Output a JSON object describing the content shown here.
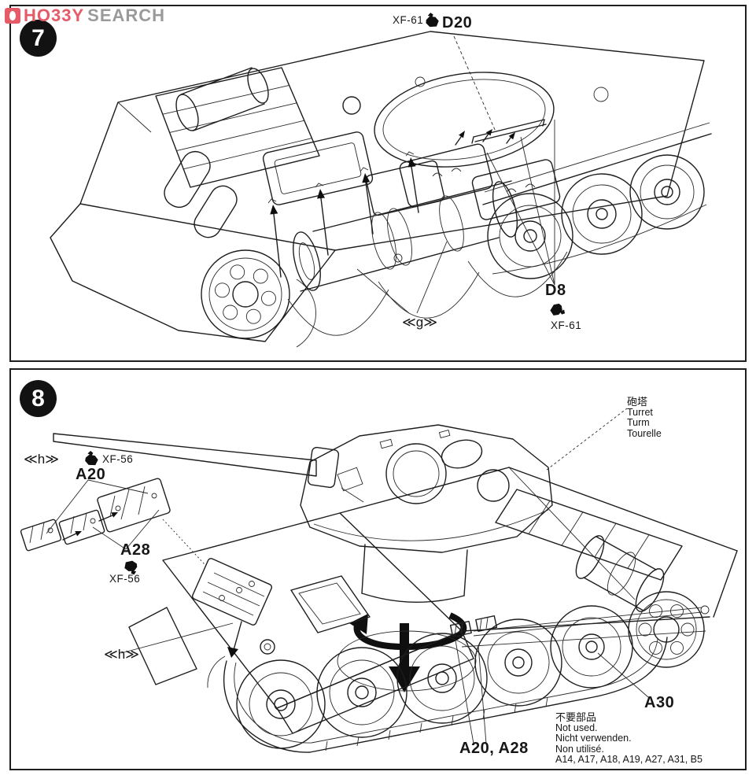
{
  "watermark": {
    "brand": "HO33Y",
    "suffix": "SEARCH",
    "brand_color": "#e65b68",
    "suffix_color": "#9a9a9a"
  },
  "step7": {
    "number": "7",
    "paint_top": "XF-61",
    "part_top": "D20",
    "part_handles": "D8",
    "paint_handles": "XF-61",
    "group_label": "≪g≫"
  },
  "step8": {
    "number": "8",
    "group_label_top": "≪h≫",
    "paint_a20": "XF-56",
    "part_a20": "A20",
    "part_a28": "A28",
    "paint_a28": "XF-56",
    "group_label_glacis": "≪h≫",
    "turret_label": {
      "ja": "砲塔",
      "en": "Turret",
      "de": "Turm",
      "fr": "Tourelle"
    },
    "part_wheel": "A30",
    "parts_side_tracks": "A20, A28",
    "not_used": {
      "ja": "不要部品",
      "en": "Not used.",
      "de": "Nicht verwenden.",
      "fr": "Non utilisé.",
      "parts": "A14, A17, A18, A19, A27, A31, B5"
    }
  },
  "colors": {
    "ink": "#1d1d1d"
  }
}
